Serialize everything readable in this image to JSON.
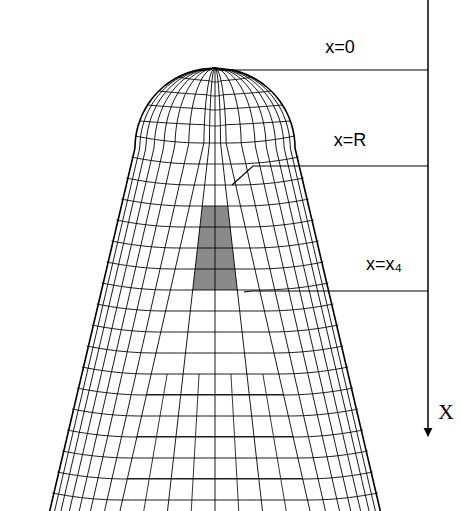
{
  "diagram": {
    "labels": [
      "x=0",
      "x=R",
      "x=x₄",
      "X"
    ]
  }
}
